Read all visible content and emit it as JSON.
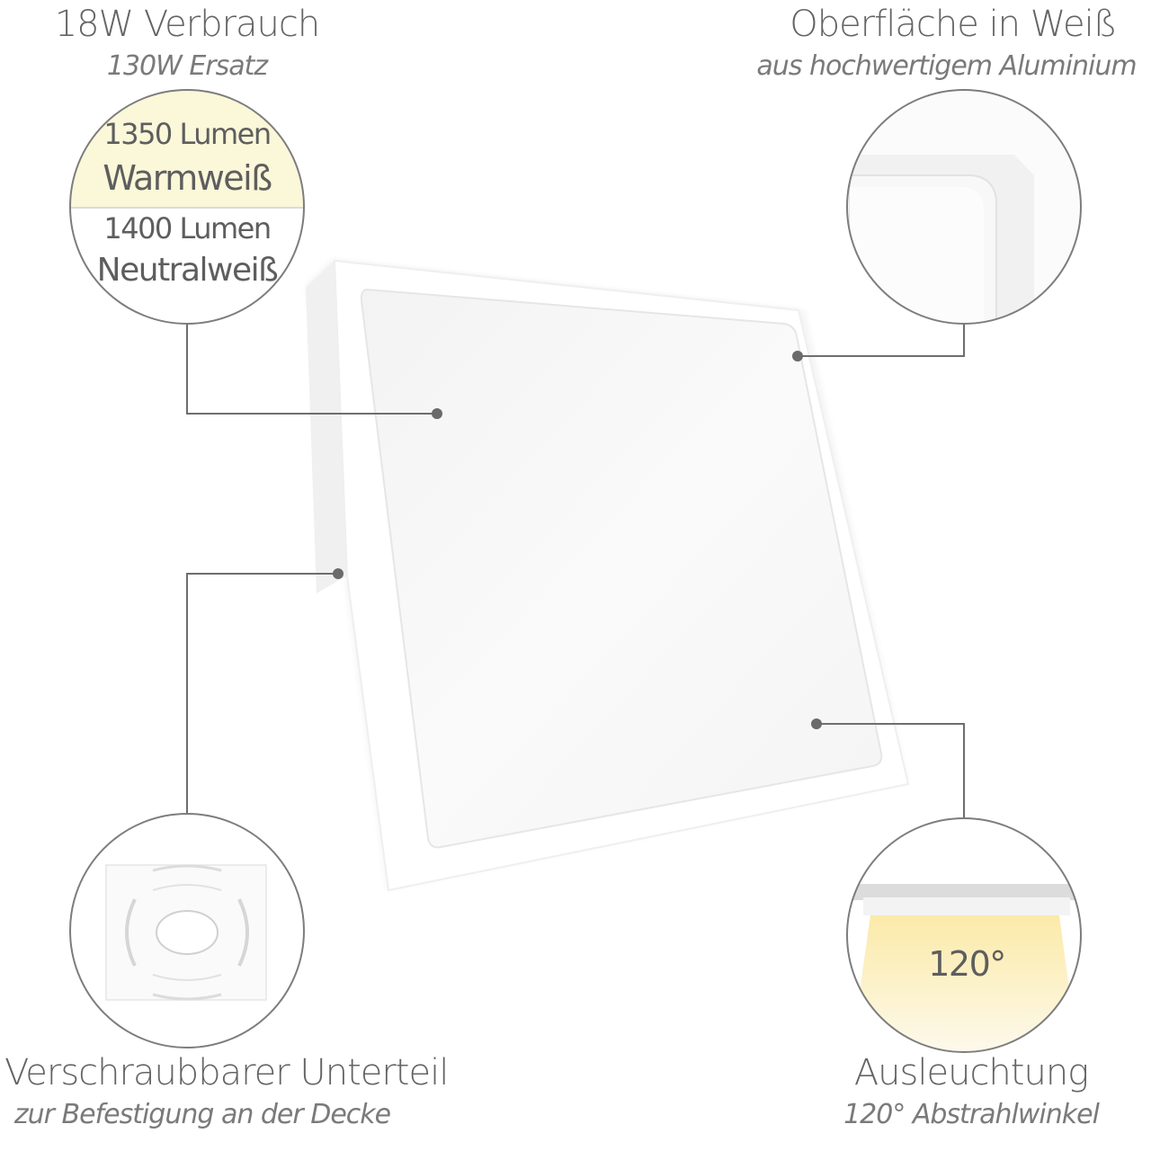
{
  "features": {
    "power": {
      "title": "18W Verbrauch",
      "subtitle": "130W Ersatz"
    },
    "surface": {
      "title": "Oberfläche in Weiß",
      "subtitle": "aus hochwertigem Aluminium"
    },
    "mount": {
      "title": "Verschraubbarer Unterteil",
      "subtitle": "zur Befestigung an der Decke"
    },
    "beam": {
      "title": "Ausleuchtung",
      "subtitle": "120° Abstrahlwinkel",
      "angle_label": "120°"
    }
  },
  "lumen": {
    "warm": {
      "lumen": "1350 Lumen",
      "color": "Warmweiß",
      "swatch": "#fbf7d9"
    },
    "neutral": {
      "lumen": "1400 Lumen",
      "color": "Neutralweiß",
      "swatch": "#ffffff"
    }
  },
  "colors": {
    "line": "#6e6e6e",
    "circle_stroke": "#7d7d7d",
    "text": "#646464"
  }
}
